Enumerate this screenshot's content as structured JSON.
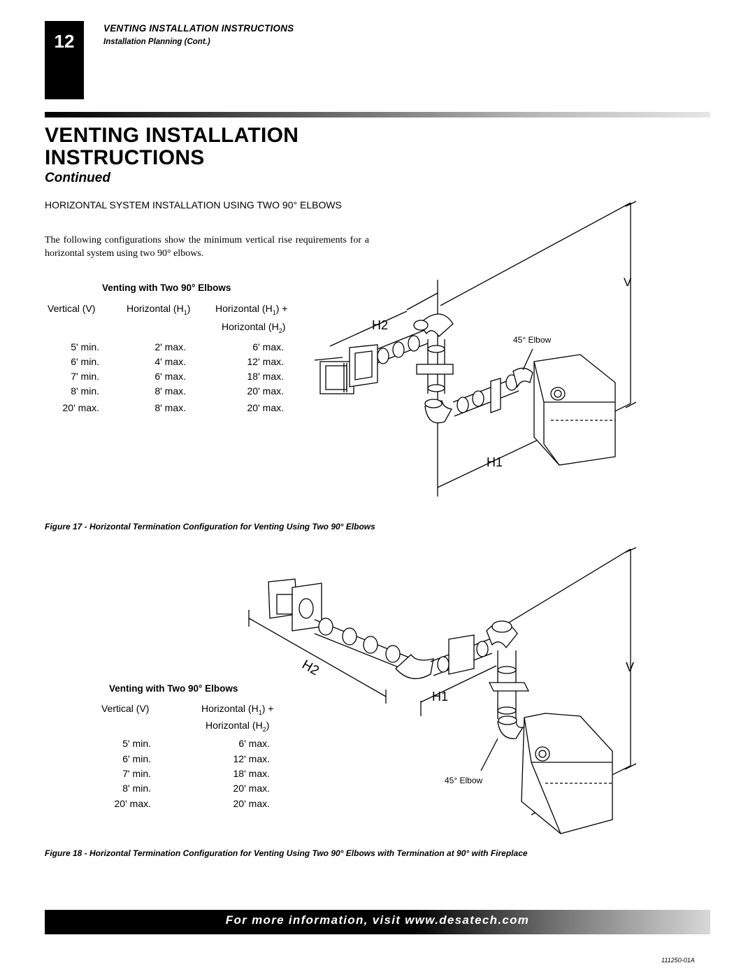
{
  "header": {
    "page_number": "12",
    "running_title": "VENTING INSTALLATION INSTRUCTIONS",
    "running_subtitle": "Installation Planning (Cont.)"
  },
  "title": {
    "line1": "VENTING INSTALLATION",
    "line2": "INSTRUCTIONS",
    "continued": "Continued"
  },
  "section": {
    "heading": "HORIZONTAL SYSTEM INSTALLATION USING TWO 90° ELBOWS",
    "body": "The following configurations show the minimum vertical rise requirements for a horizontal system using two 90° elbows."
  },
  "table1": {
    "title": "Venting with Two 90° Elbows",
    "col_vertical": "Vertical (V)",
    "col_h1_prefix": "Horizontal (H",
    "col_h1_sub": "1",
    "col_h1_suffix": ")",
    "col_h1h2_line1_prefix": "Horizontal (H",
    "col_h1h2_line1_sub": "1",
    "col_h1h2_line1_suffix": ") +",
    "col_h1h2_line2_prefix": "Horizontal (H",
    "col_h1h2_line2_sub": "2",
    "col_h1h2_line2_suffix": ")",
    "rows": [
      {
        "v": "5' min.",
        "h1": "2' max.",
        "h1h2": "6' max."
      },
      {
        "v": "6' min.",
        "h1": "4' max.",
        "h1h2": "12' max."
      },
      {
        "v": "7' min.",
        "h1": "6' max.",
        "h1h2": "18' max."
      },
      {
        "v": "8' min.",
        "h1": "8' max.",
        "h1h2": "20' max."
      },
      {
        "v": "20' max.",
        "h1": "8' max.",
        "h1h2": "20' max."
      }
    ]
  },
  "figure17": {
    "label_v": "V",
    "label_h2": "H2",
    "label_h1": "H1",
    "label_elbow": "45° Elbow",
    "caption": "Figure 17 - Horizontal Termination Configuration for Venting Using Two 90° Elbows"
  },
  "table2": {
    "title": "Venting with Two 90° Elbows",
    "col_vertical": "Vertical (V)",
    "col_line1_prefix": "Horizontal (H",
    "col_line1_sub": "1",
    "col_line1_suffix": ") +",
    "col_line2_prefix": "Horizontal (H",
    "col_line2_sub": "2",
    "col_line2_suffix": ")",
    "rows": [
      {
        "v": "5' min.",
        "h": "6' max."
      },
      {
        "v": "6' min.",
        "h": "12' max."
      },
      {
        "v": "7' min.",
        "h": "18' max."
      },
      {
        "v": "8' min.",
        "h": "20' max."
      },
      {
        "v": "20' max.",
        "h": "20' max."
      }
    ]
  },
  "figure18": {
    "label_v": "V",
    "label_h2": "H2",
    "label_h1": "H1",
    "label_elbow": "45° Elbow",
    "caption": "Figure 18 - Horizontal Termination Configuration for Venting Using Two 90° Elbows with Termination at 90° with Fireplace"
  },
  "footer": {
    "text": "For more information, visit www.desatech.com",
    "doc_code": "111250-01A"
  }
}
